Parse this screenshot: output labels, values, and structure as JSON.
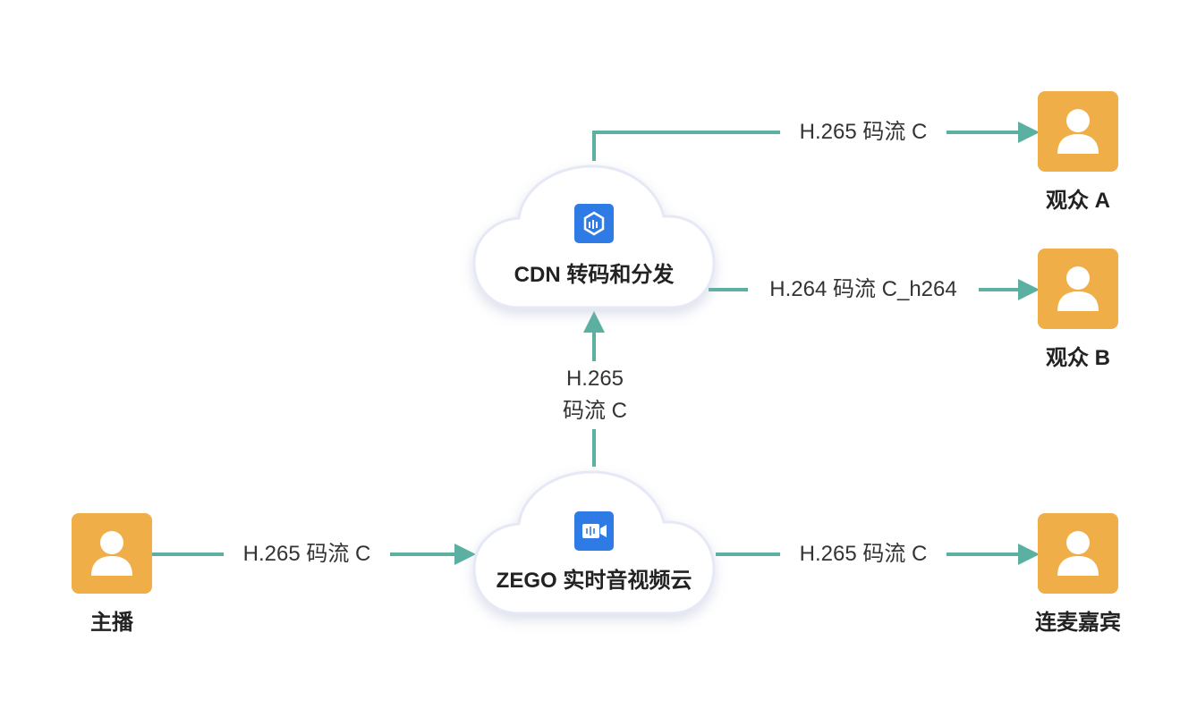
{
  "colors": {
    "edge": "#5bb0a1",
    "avatar": "#efae48",
    "icon": "#2f7be5",
    "cloud_stroke": "#e6e9f5"
  },
  "nodes": {
    "host": {
      "label": "主播",
      "icon": "user-icon"
    },
    "zego_cloud": {
      "label": "ZEGO 实时音视频云",
      "icon": "video-camera-icon"
    },
    "cdn_cloud": {
      "label": "CDN 转码和分发",
      "icon": "cdn-cube-icon"
    },
    "viewer_a": {
      "label": "观众 A",
      "icon": "user-icon"
    },
    "viewer_b": {
      "label": "观众 B",
      "icon": "user-icon"
    },
    "co_host": {
      "label": "连麦嘉宾",
      "icon": "user-icon"
    }
  },
  "edges": {
    "host_to_zego": {
      "label": "H.265 码流 C"
    },
    "zego_to_cohost": {
      "label": "H.265 码流 C"
    },
    "zego_to_cdn": {
      "label_line1": "H.265",
      "label_line2": "码流 C"
    },
    "cdn_to_viewer_a": {
      "label": "H.265 码流 C"
    },
    "cdn_to_viewer_b": {
      "label": "H.264 码流 C_h264"
    }
  }
}
